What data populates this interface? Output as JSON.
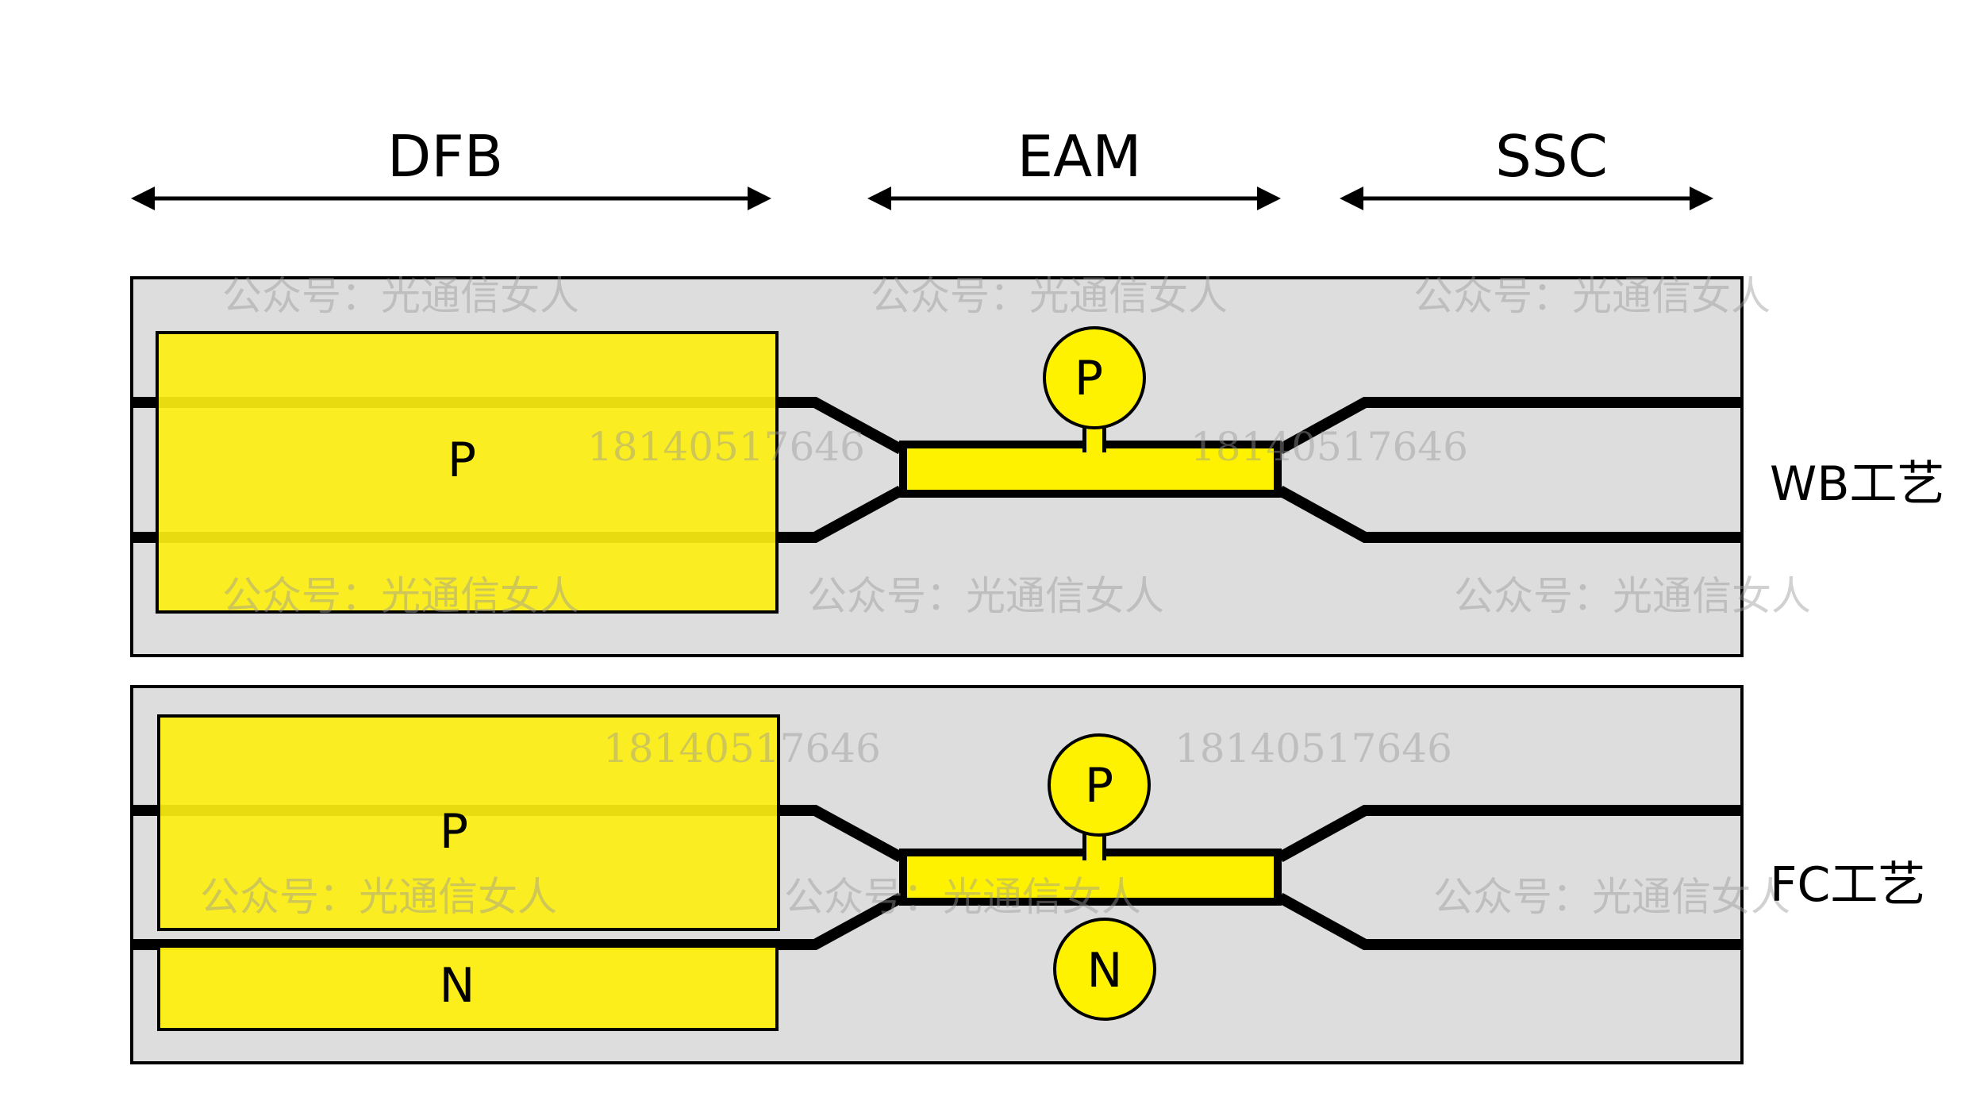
{
  "colors": {
    "background": "#ffffff",
    "panel": "#dcdddc",
    "electrode": "#fcee10",
    "waveguide": "#000000",
    "watermark": "#9a9a9a"
  },
  "sections": [
    {
      "label": "DFB"
    },
    {
      "label": "EAM"
    },
    {
      "label": "SSC"
    }
  ],
  "panels": [
    {
      "process_label": "WB工艺",
      "dfb_electrodes": [
        {
          "label": "P"
        }
      ],
      "eam_pads": [
        {
          "label": "P"
        }
      ]
    },
    {
      "process_label": "FC工艺",
      "dfb_electrodes": [
        {
          "label": "P"
        },
        {
          "label": "N"
        }
      ],
      "eam_pads": [
        {
          "label": "P"
        },
        {
          "label": "N"
        }
      ]
    }
  ],
  "watermarks": {
    "account": "公众号：光通信女人",
    "phone": "18140517646"
  }
}
